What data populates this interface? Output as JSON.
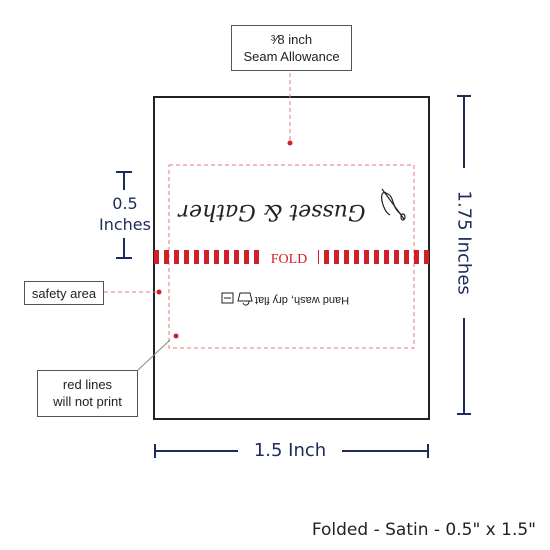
{
  "seam_allowance": {
    "line1": "³⁄8 inch",
    "line2": "Seam Allowance"
  },
  "fold_label": "FOLD",
  "height_short": {
    "value": "0.5",
    "unit": "Inches"
  },
  "height_total": "1.75 Inches",
  "width_total": "1.5 Inch",
  "safety_area": "safety area",
  "red_lines_note": {
    "line1": "red lines",
    "line2": "will not print"
  },
  "care_text": "Hand wash, dry flat",
  "brand_text": "Gusset & Gather",
  "caption": "Folded - Satin - 0.5\" x 1.5\"",
  "colors": {
    "navy": "#1e2a5a",
    "red": "#d0202a",
    "pink": "#e57a86",
    "label_border": "#222222"
  },
  "icons": [
    "needle-icon",
    "thread-icon",
    "hand-wash-icon"
  ]
}
